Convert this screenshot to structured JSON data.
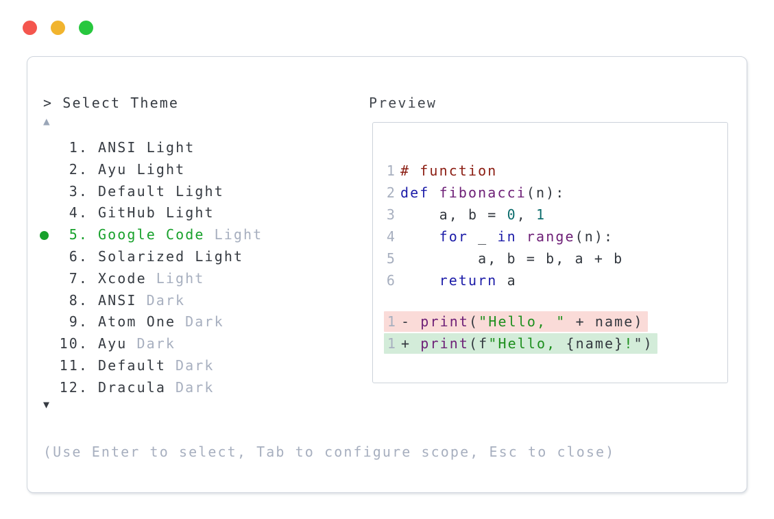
{
  "colors": {
    "text": "#363b42",
    "code_plain": "#33383f",
    "muted": "#a7afbf",
    "scroll_up": "#9aa6b8",
    "green_accent": "#18a12c",
    "window_border": "#cfd5dd",
    "panel_border": "#ccd2da",
    "comment": "#8b1d12",
    "keyword": "#1c1ca8",
    "function": "#6e2077",
    "literal": "#0c6c6c",
    "string": "#1d8f1d",
    "diff_removed_bg": "#fadbd8",
    "diff_added_bg": "#d3ecd9",
    "traffic_red": "#f4564e",
    "traffic_yellow": "#f1b42e",
    "traffic_green": "#27c73e"
  },
  "window_controls": {
    "close": "close",
    "minimize": "minimize",
    "maximize": "maximize"
  },
  "picker": {
    "prompt": "> ",
    "title": "Select Theme",
    "scroll_up": "▲",
    "scroll_down": "▼",
    "footer_hint": "(Use Enter to select, Tab to configure scope, Esc to close)",
    "items": [
      {
        "number": "1.",
        "main": "ANSI Light",
        "suffix": "",
        "selected": false
      },
      {
        "number": "2.",
        "main": "Ayu Light",
        "suffix": "",
        "selected": false
      },
      {
        "number": "3.",
        "main": "Default Light",
        "suffix": "",
        "selected": false
      },
      {
        "number": "4.",
        "main": "GitHub Light",
        "suffix": "",
        "selected": false
      },
      {
        "number": "5.",
        "main": "Google Code",
        "suffix": "Light",
        "selected": true
      },
      {
        "number": "6.",
        "main": "Solarized Light",
        "suffix": "",
        "selected": false
      },
      {
        "number": "7.",
        "main": "Xcode",
        "suffix": "Light",
        "selected": false
      },
      {
        "number": "8.",
        "main": "ANSI",
        "suffix": "Dark",
        "selected": false
      },
      {
        "number": "9.",
        "main": "Atom One",
        "suffix": "Dark",
        "selected": false
      },
      {
        "number": "10.",
        "main": "Ayu",
        "suffix": "Dark",
        "selected": false
      },
      {
        "number": "11.",
        "main": "Default",
        "suffix": "Dark",
        "selected": false
      },
      {
        "number": "12.",
        "main": "Dracula",
        "suffix": "Dark",
        "selected": false
      }
    ]
  },
  "preview": {
    "label": "Preview",
    "code_lines": [
      {
        "num": "1",
        "tokens": [
          {
            "text": "# function",
            "type": "comment"
          }
        ]
      },
      {
        "num": "2",
        "tokens": [
          {
            "text": "def",
            "type": "kw"
          },
          {
            "text": " ",
            "type": "plain"
          },
          {
            "text": "fibonacci",
            "type": "fn"
          },
          {
            "text": "(n):",
            "type": "plain"
          }
        ]
      },
      {
        "num": "3",
        "tokens": [
          {
            "text": "    a, b = ",
            "type": "plain"
          },
          {
            "text": "0",
            "type": "lit"
          },
          {
            "text": ", ",
            "type": "plain"
          },
          {
            "text": "1",
            "type": "lit"
          }
        ]
      },
      {
        "num": "4",
        "tokens": [
          {
            "text": "    ",
            "type": "plain"
          },
          {
            "text": "for",
            "type": "kw"
          },
          {
            "text": " _ ",
            "type": "plain"
          },
          {
            "text": "in",
            "type": "kw"
          },
          {
            "text": " ",
            "type": "plain"
          },
          {
            "text": "range",
            "type": "fn"
          },
          {
            "text": "(n):",
            "type": "plain"
          }
        ]
      },
      {
        "num": "5",
        "tokens": [
          {
            "text": "        a, b = b, a + b",
            "type": "plain"
          }
        ]
      },
      {
        "num": "6",
        "tokens": [
          {
            "text": "    ",
            "type": "plain"
          },
          {
            "text": "return",
            "type": "kw"
          },
          {
            "text": " a",
            "type": "plain"
          }
        ]
      }
    ],
    "diff_lines": [
      {
        "num": "1",
        "kind": "removed",
        "tokens": [
          {
            "text": "- ",
            "type": "plain"
          },
          {
            "text": "print",
            "type": "fn"
          },
          {
            "text": "(",
            "type": "plain"
          },
          {
            "text": "\"Hello, \"",
            "type": "str"
          },
          {
            "text": " + name)",
            "type": "plain"
          }
        ]
      },
      {
        "num": "1",
        "kind": "added",
        "tokens": [
          {
            "text": "+ ",
            "type": "plain"
          },
          {
            "text": "print",
            "type": "fn"
          },
          {
            "text": "(f",
            "type": "plain"
          },
          {
            "text": "\"Hello, ",
            "type": "str"
          },
          {
            "text": "{name}",
            "type": "plain"
          },
          {
            "text": "!",
            "type": "str"
          },
          {
            "text": "\")",
            "type": "plain"
          }
        ]
      }
    ]
  }
}
